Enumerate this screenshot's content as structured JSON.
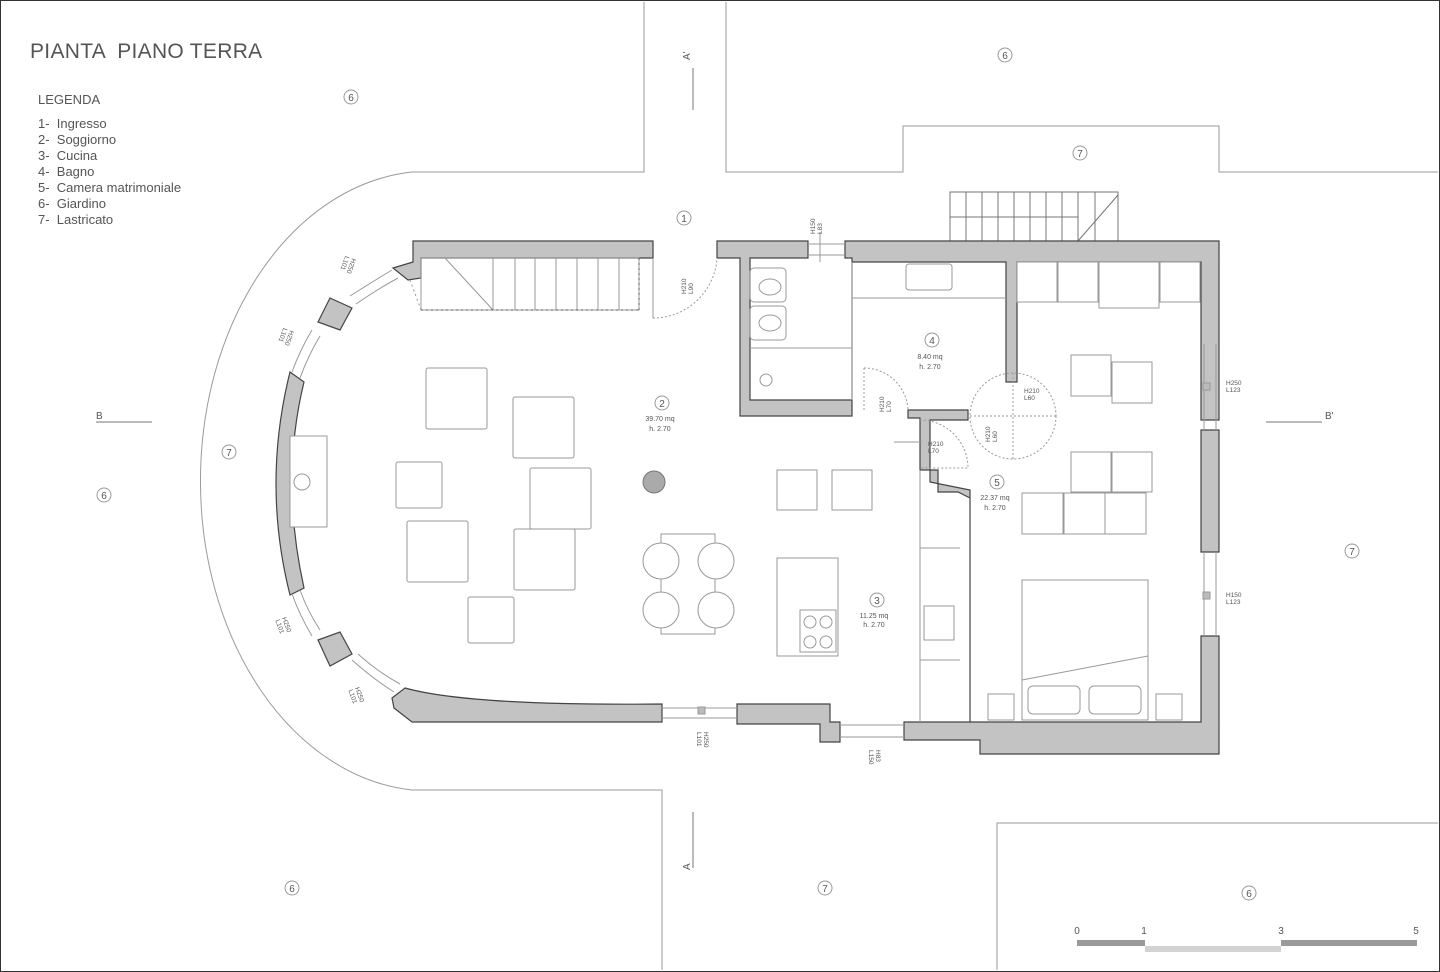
{
  "title": "PIANTA  PIANO TERRA",
  "legend": {
    "title": "LEGENDA",
    "items": [
      "1-  Ingresso",
      "2-  Soggiorno",
      "3-  Cucina",
      "4-  Bagno",
      "5-  Camera matrimoniale",
      "6-  Giardino",
      "7-  Lastricato"
    ]
  },
  "rooms": {
    "r1": {
      "num": "1"
    },
    "r2": {
      "num": "2",
      "area": "39.70 mq",
      "height": "h. 2.70"
    },
    "r3": {
      "num": "3",
      "area": "11.25 mq",
      "height": "h. 2.70"
    },
    "r4": {
      "num": "4",
      "area": "8.40 mq",
      "height": "h. 2.70"
    },
    "r5": {
      "num": "5",
      "area": "22.37 mq",
      "height": "h. 2.70"
    }
  },
  "zone_labels": {
    "giardino": "6",
    "lastricato": "7"
  },
  "openings": {
    "entry_door": {
      "h": "H210",
      "l": "L90"
    },
    "top_window": {
      "h": "H150",
      "l": "L83"
    },
    "bath_door": {
      "h": "H210",
      "l": "L70"
    },
    "kitchen_door": {
      "h": "H210",
      "l": "L70"
    },
    "bedroom_door_a": {
      "h": "H210",
      "l": "L60"
    },
    "bedroom_door_b": {
      "h": "H210",
      "l": "L60"
    },
    "right_window_top": {
      "h": "H250",
      "l": "L123"
    },
    "right_window_bot": {
      "h": "H150",
      "l": "L123"
    },
    "bottom_window": {
      "h": "H250",
      "l": "L101"
    },
    "kitchen_window": {
      "h": "H83",
      "l": "L150"
    },
    "arc_window_1": {
      "h": "H250",
      "l": "L101"
    },
    "arc_window_2": {
      "h": "H250",
      "l": "L101"
    },
    "arc_window_3": {
      "h": "H250",
      "l": "L101"
    },
    "arc_window_4": {
      "h": "H250",
      "l": "L101"
    }
  },
  "sections": {
    "a_top": "A'",
    "a_bottom": "A",
    "b_left": "B",
    "b_right": "B'"
  },
  "scale_bar": {
    "ticks": [
      "0",
      "1",
      "3",
      "5"
    ]
  },
  "colors": {
    "wall": "#c3c3c3",
    "wall_stroke": "#444444",
    "line": "#9a9a9a"
  }
}
